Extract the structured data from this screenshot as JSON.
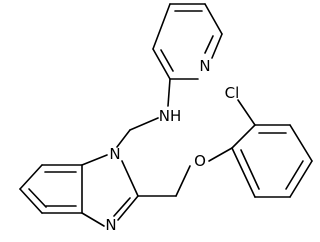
{
  "molecule": {
    "atom_labels": {
      "pyridine_n": "N",
      "amine_nh": "NH",
      "chlorine": "Cl",
      "ether_o": "O",
      "benzimidazole_n1": "N",
      "benzimidazole_n3": "N"
    },
    "colors": {
      "ink": "#000000",
      "background": "#ffffff"
    }
  }
}
